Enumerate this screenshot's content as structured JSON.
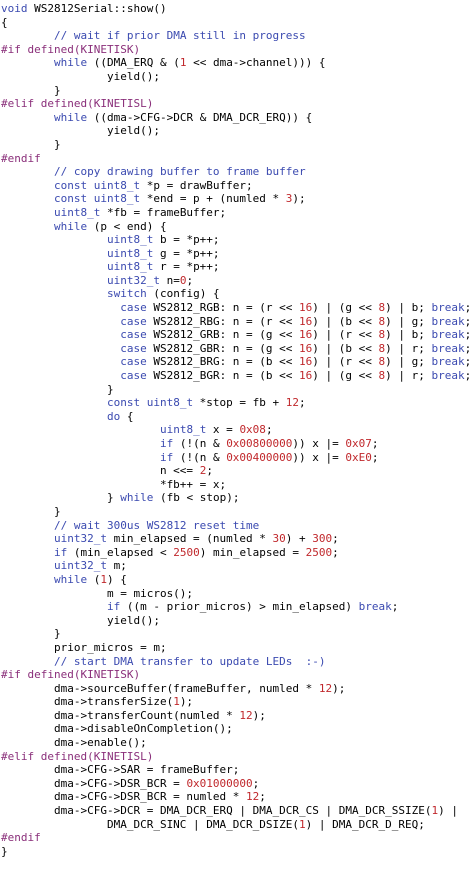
{
  "editor": {
    "colors": {
      "background": "#ffffff",
      "plain": "#000000",
      "keyword": "#3b4ab0",
      "type": "#3b4ab0",
      "number": "#c0282c",
      "comment": "#3b4ab0",
      "preprocessor": "#8a2f7a"
    },
    "lines": [
      [
        [
          "kw",
          "void"
        ],
        [
          "p",
          " WS2812Serial::show()"
        ]
      ],
      [
        [
          "p",
          "{"
        ]
      ],
      [
        [
          "p",
          "        "
        ],
        [
          "cm",
          "// wait if prior DMA still in progress"
        ]
      ],
      [
        [
          "pp",
          "#if defined(KINETISK)"
        ]
      ],
      [
        [
          "p",
          "        "
        ],
        [
          "kw",
          "while"
        ],
        [
          "p",
          " ((DMA_ERQ & ("
        ],
        [
          "num",
          "1"
        ],
        [
          "p",
          " << dma->channel))) {"
        ]
      ],
      [
        [
          "p",
          "                yield();"
        ]
      ],
      [
        [
          "p",
          "        }"
        ]
      ],
      [
        [
          "pp",
          "#elif defined(KINETISL)"
        ]
      ],
      [
        [
          "p",
          "        "
        ],
        [
          "kw",
          "while"
        ],
        [
          "p",
          " ((dma->CFG->DCR & DMA_DCR_ERQ)) {"
        ]
      ],
      [
        [
          "p",
          "                yield();"
        ]
      ],
      [
        [
          "p",
          "        }"
        ]
      ],
      [
        [
          "pp",
          "#endif"
        ]
      ],
      [
        [
          "p",
          "        "
        ],
        [
          "cm",
          "// copy drawing buffer to frame buffer"
        ]
      ],
      [
        [
          "p",
          "        "
        ],
        [
          "ty",
          "const uint8_t"
        ],
        [
          "p",
          " *p = drawBuffer;"
        ]
      ],
      [
        [
          "p",
          "        "
        ],
        [
          "ty",
          "const uint8_t"
        ],
        [
          "p",
          " *end = p + (numled * "
        ],
        [
          "num",
          "3"
        ],
        [
          "p",
          ");"
        ]
      ],
      [
        [
          "p",
          "        "
        ],
        [
          "ty",
          "uint8_t"
        ],
        [
          "p",
          " *fb = frameBuffer;"
        ]
      ],
      [
        [
          "p",
          "        "
        ],
        [
          "kw",
          "while"
        ],
        [
          "p",
          " (p < end) {"
        ]
      ],
      [
        [
          "p",
          "                "
        ],
        [
          "ty",
          "uint8_t"
        ],
        [
          "p",
          " b = *p++;"
        ]
      ],
      [
        [
          "p",
          "                "
        ],
        [
          "ty",
          "uint8_t"
        ],
        [
          "p",
          " g = *p++;"
        ]
      ],
      [
        [
          "p",
          "                "
        ],
        [
          "ty",
          "uint8_t"
        ],
        [
          "p",
          " r = *p++;"
        ]
      ],
      [
        [
          "p",
          "                "
        ],
        [
          "ty",
          "uint32_t"
        ],
        [
          "p",
          " n="
        ],
        [
          "num",
          "0"
        ],
        [
          "p",
          ";"
        ]
      ],
      [
        [
          "p",
          "                "
        ],
        [
          "kw",
          "switch"
        ],
        [
          "p",
          " (config) {"
        ]
      ],
      [
        [
          "p",
          "                  "
        ],
        [
          "kw",
          "case"
        ],
        [
          "p",
          " WS2812_RGB: n = (r << "
        ],
        [
          "num",
          "16"
        ],
        [
          "p",
          ") | (g << "
        ],
        [
          "num",
          "8"
        ],
        [
          "p",
          ") | b; "
        ],
        [
          "kw",
          "break"
        ],
        [
          "p",
          ";"
        ]
      ],
      [
        [
          "p",
          "                  "
        ],
        [
          "kw",
          "case"
        ],
        [
          "p",
          " WS2812_RBG: n = (r << "
        ],
        [
          "num",
          "16"
        ],
        [
          "p",
          ") | (b << "
        ],
        [
          "num",
          "8"
        ],
        [
          "p",
          ") | g; "
        ],
        [
          "kw",
          "break"
        ],
        [
          "p",
          ";"
        ]
      ],
      [
        [
          "p",
          "                  "
        ],
        [
          "kw",
          "case"
        ],
        [
          "p",
          " WS2812_GRB: n = (g << "
        ],
        [
          "num",
          "16"
        ],
        [
          "p",
          ") | (r << "
        ],
        [
          "num",
          "8"
        ],
        [
          "p",
          ") | b; "
        ],
        [
          "kw",
          "break"
        ],
        [
          "p",
          ";"
        ]
      ],
      [
        [
          "p",
          "                  "
        ],
        [
          "kw",
          "case"
        ],
        [
          "p",
          " WS2812_GBR: n = (g << "
        ],
        [
          "num",
          "16"
        ],
        [
          "p",
          ") | (b << "
        ],
        [
          "num",
          "8"
        ],
        [
          "p",
          ") | r; "
        ],
        [
          "kw",
          "break"
        ],
        [
          "p",
          ";"
        ]
      ],
      [
        [
          "p",
          "                  "
        ],
        [
          "kw",
          "case"
        ],
        [
          "p",
          " WS2812_BRG: n = (b << "
        ],
        [
          "num",
          "16"
        ],
        [
          "p",
          ") | (r << "
        ],
        [
          "num",
          "8"
        ],
        [
          "p",
          ") | g; "
        ],
        [
          "kw",
          "break"
        ],
        [
          "p",
          ";"
        ]
      ],
      [
        [
          "p",
          "                  "
        ],
        [
          "kw",
          "case"
        ],
        [
          "p",
          " WS2812_BGR: n = (b << "
        ],
        [
          "num",
          "16"
        ],
        [
          "p",
          ") | (g << "
        ],
        [
          "num",
          "8"
        ],
        [
          "p",
          ") | r; "
        ],
        [
          "kw",
          "break"
        ],
        [
          "p",
          ";"
        ]
      ],
      [
        [
          "p",
          "                }"
        ]
      ],
      [
        [
          "p",
          "                "
        ],
        [
          "ty",
          "const uint8_t"
        ],
        [
          "p",
          " *stop = fb + "
        ],
        [
          "num",
          "12"
        ],
        [
          "p",
          ";"
        ]
      ],
      [
        [
          "p",
          "                "
        ],
        [
          "kw",
          "do"
        ],
        [
          "p",
          " {"
        ]
      ],
      [
        [
          "p",
          "                        "
        ],
        [
          "ty",
          "uint8_t"
        ],
        [
          "p",
          " x = "
        ],
        [
          "num",
          "0x08"
        ],
        [
          "p",
          ";"
        ]
      ],
      [
        [
          "p",
          "                        "
        ],
        [
          "kw",
          "if"
        ],
        [
          "p",
          " (!(n & "
        ],
        [
          "num",
          "0x00800000"
        ],
        [
          "p",
          ")) x |= "
        ],
        [
          "num",
          "0x07"
        ],
        [
          "p",
          ";"
        ]
      ],
      [
        [
          "p",
          "                        "
        ],
        [
          "kw",
          "if"
        ],
        [
          "p",
          " (!(n & "
        ],
        [
          "num",
          "0x00400000"
        ],
        [
          "p",
          ")) x |= "
        ],
        [
          "num",
          "0xE0"
        ],
        [
          "p",
          ";"
        ]
      ],
      [
        [
          "p",
          "                        n <<= "
        ],
        [
          "num",
          "2"
        ],
        [
          "p",
          ";"
        ]
      ],
      [
        [
          "p",
          "                        *fb++ = x;"
        ]
      ],
      [
        [
          "p",
          "                } "
        ],
        [
          "kw",
          "while"
        ],
        [
          "p",
          " (fb < stop);"
        ]
      ],
      [
        [
          "p",
          "        }"
        ]
      ],
      [
        [
          "p",
          "        "
        ],
        [
          "cm",
          "// wait 300us WS2812 reset time"
        ]
      ],
      [
        [
          "p",
          "        "
        ],
        [
          "ty",
          "uint32_t"
        ],
        [
          "p",
          " min_elapsed = (numled * "
        ],
        [
          "num",
          "30"
        ],
        [
          "p",
          ") + "
        ],
        [
          "num",
          "300"
        ],
        [
          "p",
          ";"
        ]
      ],
      [
        [
          "p",
          "        "
        ],
        [
          "kw",
          "if"
        ],
        [
          "p",
          " (min_elapsed < "
        ],
        [
          "num",
          "2500"
        ],
        [
          "p",
          ") min_elapsed = "
        ],
        [
          "num",
          "2500"
        ],
        [
          "p",
          ";"
        ]
      ],
      [
        [
          "p",
          "        "
        ],
        [
          "ty",
          "uint32_t"
        ],
        [
          "p",
          " m;"
        ]
      ],
      [
        [
          "p",
          "        "
        ],
        [
          "kw",
          "while"
        ],
        [
          "p",
          " ("
        ],
        [
          "num",
          "1"
        ],
        [
          "p",
          ") {"
        ]
      ],
      [
        [
          "p",
          "                m = micros();"
        ]
      ],
      [
        [
          "p",
          "                "
        ],
        [
          "kw",
          "if"
        ],
        [
          "p",
          " ((m - prior_micros) > min_elapsed) "
        ],
        [
          "kw",
          "break"
        ],
        [
          "p",
          ";"
        ]
      ],
      [
        [
          "p",
          "                yield();"
        ]
      ],
      [
        [
          "p",
          "        }"
        ]
      ],
      [
        [
          "p",
          "        prior_micros = m;"
        ]
      ],
      [
        [
          "p",
          "        "
        ],
        [
          "cm",
          "// start DMA transfer to update LEDs  :-)"
        ]
      ],
      [
        [
          "pp",
          "#if defined(KINETISK)"
        ]
      ],
      [
        [
          "p",
          "        dma->sourceBuffer(frameBuffer, numled * "
        ],
        [
          "num",
          "12"
        ],
        [
          "p",
          ");"
        ]
      ],
      [
        [
          "p",
          "        dma->transferSize("
        ],
        [
          "num",
          "1"
        ],
        [
          "p",
          ");"
        ]
      ],
      [
        [
          "p",
          "        dma->transferCount(numled * "
        ],
        [
          "num",
          "12"
        ],
        [
          "p",
          ");"
        ]
      ],
      [
        [
          "p",
          "        dma->disableOnCompletion();"
        ]
      ],
      [
        [
          "p",
          "        dma->enable();"
        ]
      ],
      [
        [
          "pp",
          "#elif defined(KINETISL)"
        ]
      ],
      [
        [
          "p",
          "        dma->CFG->SAR = frameBuffer;"
        ]
      ],
      [
        [
          "p",
          "        dma->CFG->DSR_BCR = "
        ],
        [
          "num",
          "0x01000000"
        ],
        [
          "p",
          ";"
        ]
      ],
      [
        [
          "p",
          "        dma->CFG->DSR_BCR = numled * "
        ],
        [
          "num",
          "12"
        ],
        [
          "p",
          ";"
        ]
      ],
      [
        [
          "p",
          "        dma->CFG->DCR = DMA_DCR_ERQ | DMA_DCR_CS | DMA_DCR_SSIZE("
        ],
        [
          "num",
          "1"
        ],
        [
          "p",
          ") |"
        ]
      ],
      [
        [
          "p",
          "                DMA_DCR_SINC | DMA_DCR_DSIZE("
        ],
        [
          "num",
          "1"
        ],
        [
          "p",
          ") | DMA_DCR_D_REQ;"
        ]
      ],
      [
        [
          "pp",
          "#endif"
        ]
      ],
      [
        [
          "p",
          "}"
        ]
      ]
    ]
  }
}
